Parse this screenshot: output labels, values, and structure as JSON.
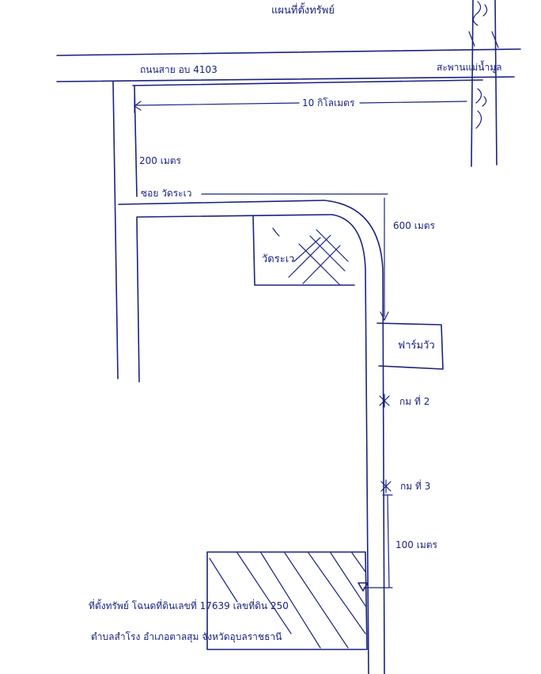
{
  "title": "แผนที่ตั้งทรัพย์",
  "labels": {
    "main_road": "ถนนสาย อบ 4103",
    "bridge": "สะพานแม่น้ำมูล",
    "distance_10km": "10 กิโลเมตร",
    "distance_200m": "200 เมตร",
    "soi": "ซอย วัดระเว",
    "distance_600m": "600 เมตร",
    "temple": "วัดระเว",
    "farm": "ฟาร์มวัว",
    "km2": "กม ที่ 2",
    "km3": "กม ที่ 3",
    "distance_100m": "100 เมตร",
    "property_line1": "ที่ตั้งทรัพย์ โฉนดที่ดินเลขที่ 17639 เลขที่ดิน 250",
    "property_line2": "ตำบลสำโรง อำเภอตาลสุม จังหวัดอุบลราชธานี"
  },
  "colors": {
    "ink": "#1a237e",
    "background": "#ffffff"
  }
}
